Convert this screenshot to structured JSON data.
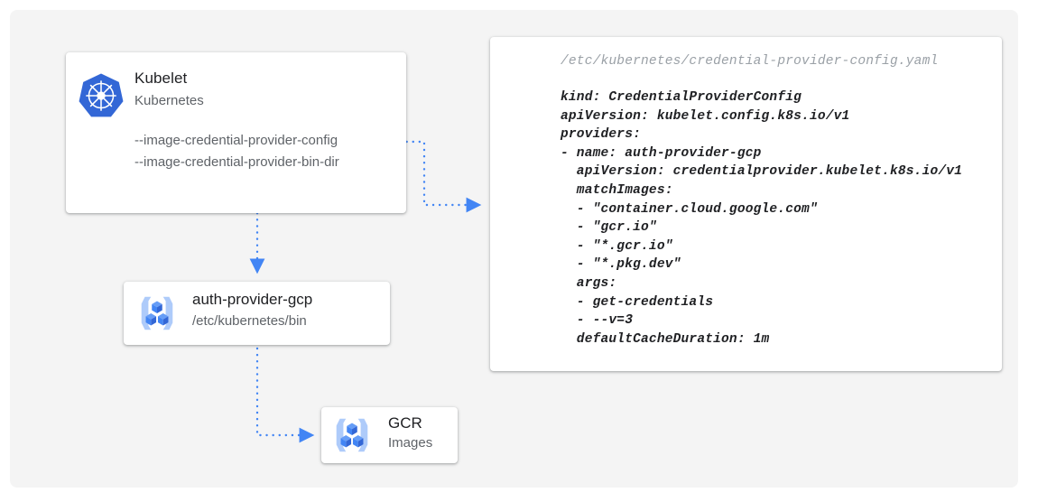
{
  "diagram": {
    "background_color": "#f4f4f4",
    "accent_color": "#4285F4",
    "connector_color": "#4285F4"
  },
  "kubelet_card": {
    "icon": "kubernetes-logo-icon",
    "title": "Kubelet",
    "subtitle": "Kubernetes",
    "flags": [
      "--image-credential-provider-config",
      "--image-credential-provider-bin-dir"
    ]
  },
  "auth_provider_card": {
    "icon": "container-registry-icon",
    "title": "auth-provider-gcp",
    "subtitle": "/etc/kubernetes/bin"
  },
  "gcr_card": {
    "icon": "container-registry-icon",
    "title": "GCR",
    "subtitle": "Images"
  },
  "yaml_card": {
    "filename": "/etc/kubernetes/credential-provider-config.yaml",
    "content": "kind: CredentialProviderConfig\napiVersion: kubelet.config.k8s.io/v1\nproviders:\n- name: auth-provider-gcp\n  apiVersion: credentialprovider.kubelet.k8s.io/v1\n  matchImages:\n  - \"container.cloud.google.com\"\n  - \"gcr.io\"\n  - \"*.gcr.io\"\n  - \"*.pkg.dev\"\n  args:\n  - get-credentials\n  - --v=3\n  defaultCacheDuration: 1m",
    "lines": [
      "kind: CredentialProviderConfig",
      "apiVersion: kubelet.config.k8s.io/v1",
      "providers:",
      "- name: auth-provider-gcp",
      "  apiVersion: credentialprovider.kubelet.k8s.io/v1",
      "  matchImages:",
      "  - \"container.cloud.google.com\"",
      "  - \"gcr.io\"",
      "  - \"*.gcr.io\"",
      "  - \"*.pkg.dev\"",
      "  args:",
      "  - get-credentials",
      "  - --v=3",
      "  defaultCacheDuration: 1m"
    ]
  },
  "connectors": [
    {
      "name": "kubelet-config-to-yaml",
      "style": "dotted",
      "arrow": true
    },
    {
      "name": "kubelet-to-auth-provider",
      "style": "dotted",
      "arrow": true
    },
    {
      "name": "auth-provider-to-gcr",
      "style": "dotted",
      "arrow": true
    }
  ]
}
